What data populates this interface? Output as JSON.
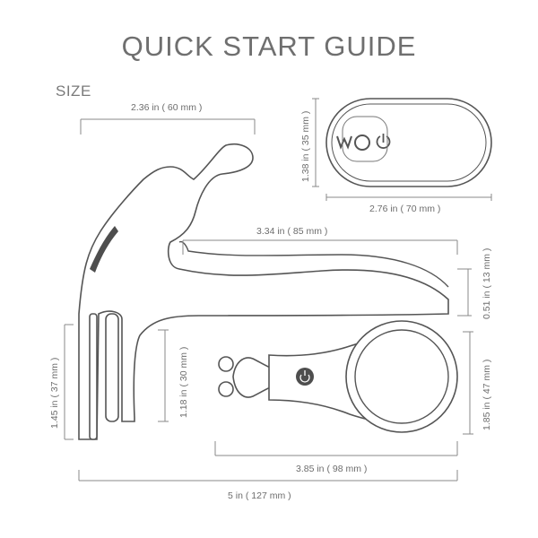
{
  "title": "QUICK START GUIDE",
  "section": "SIZE",
  "dimensions": {
    "top_width": "2.36 in ( 60 mm )",
    "remote_height": "1.38 in ( 35 mm )",
    "remote_width": "2.76 in ( 70 mm )",
    "shaft_length": "3.34 in ( 85 mm )",
    "shaft_thickness": "0.51 in ( 13 mm )",
    "ring_height_left": "1.45 in ( 37 mm )",
    "ring_height_inner": "1.18 in ( 30 mm )",
    "ring_diameter": "1.85 in ( 47 mm )",
    "bottom_unit_width": "3.85 in ( 98 mm )",
    "total_width": "5 in ( 127 mm )"
  },
  "icons": [
    "vibration-icon",
    "circle-button-icon",
    "power-icon"
  ]
}
